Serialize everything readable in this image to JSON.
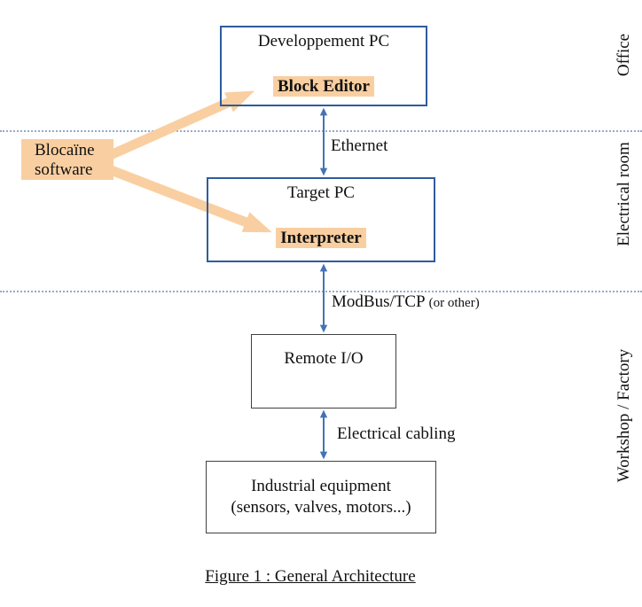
{
  "figure": {
    "caption": "Figure 1 : General Architecture"
  },
  "software_label": {
    "line1": "Blocaïne",
    "line2": "software"
  },
  "boxes": {
    "development_pc": {
      "title": "Developpement PC",
      "component": "Block Editor"
    },
    "target_pc": {
      "title": "Target PC",
      "component": "Interpreter"
    },
    "remote_io": {
      "title": "Remote I/O"
    },
    "industrial_equipment": {
      "line1": "Industrial equipment",
      "line2": "(sensors, valves, motors...)"
    }
  },
  "links": {
    "ethernet": "Ethernet",
    "modbus": "ModBus/TCP",
    "modbus_note": "(or other)",
    "cabling": "Electrical cabling"
  },
  "zones": {
    "office": "Office",
    "electrical_room": "Electrical room",
    "workshop": "Workshop / Factory"
  },
  "colors": {
    "box_border_blue": "#2E5C9E",
    "box_border_dark": "#404040",
    "arrow_blue": "#4473B5",
    "highlight_peach": "#F9CFA1",
    "separator_dots": "#93A9C9",
    "text": "#111111"
  }
}
